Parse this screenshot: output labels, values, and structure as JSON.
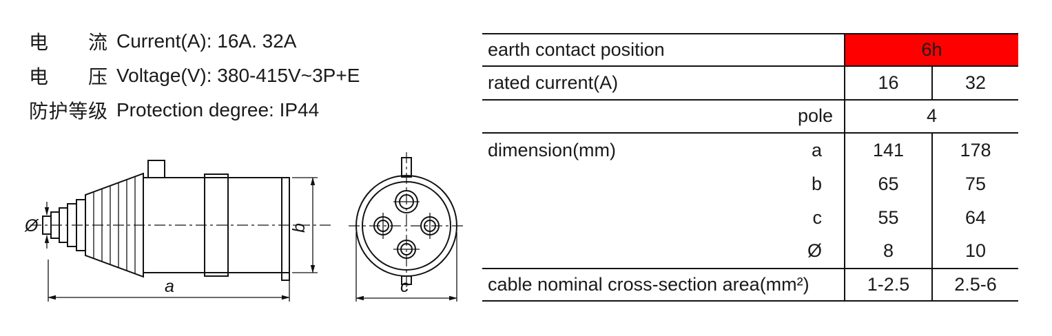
{
  "specs": {
    "lines": [
      {
        "zh": "电流",
        "en": "Current(A): 16A. 32A"
      },
      {
        "zh": "电压",
        "en": "Voltage(V): 380-415V~3P+E"
      },
      {
        "zh": "防护等级",
        "en": "Protection degree: IP44"
      }
    ]
  },
  "drawing": {
    "dim_a": "a",
    "dim_b": "b",
    "dim_c": "c",
    "dim_diameter": "Ø"
  },
  "table": {
    "accent_red": "#ff0000",
    "earth": {
      "label": "earth contact position",
      "value": "6h"
    },
    "rated": {
      "label": "rated current(A)",
      "v16": "16",
      "v32": "32"
    },
    "pole": {
      "label": "pole",
      "value": "4"
    },
    "dimension_label": "dimension(mm)",
    "dims": [
      {
        "name": "a",
        "v16": "141",
        "v32": "178"
      },
      {
        "name": "b",
        "v16": "65",
        "v32": "75"
      },
      {
        "name": "c",
        "v16": "55",
        "v32": "64"
      },
      {
        "name": "Ø",
        "v16": "8",
        "v32": "10"
      }
    ],
    "cable": {
      "label": "cable nominal cross-section area(mm²)",
      "v16": "1-2.5",
      "v32": "2.5-6"
    }
  }
}
